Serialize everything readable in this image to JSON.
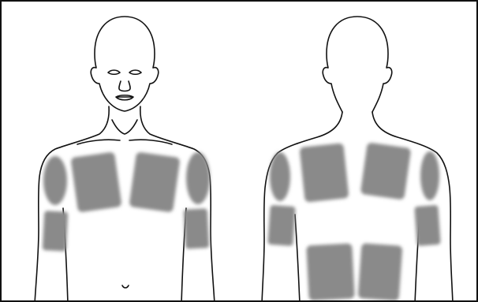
{
  "colors": {
    "outline": "#111111",
    "background": "#ffffff",
    "patch": "#8a8a8a"
  },
  "figures": [
    {
      "view": "front",
      "patches": [
        "right-upper-arm",
        "right-chest",
        "left-chest",
        "left-upper-arm",
        "right-forearm",
        "left-forearm"
      ]
    },
    {
      "view": "back",
      "patches": [
        "left-upper-arm",
        "left-upper-back",
        "right-upper-back",
        "right-upper-arm",
        "left-forearm",
        "right-forearm",
        "left-lower-back",
        "right-lower-back"
      ]
    }
  ]
}
